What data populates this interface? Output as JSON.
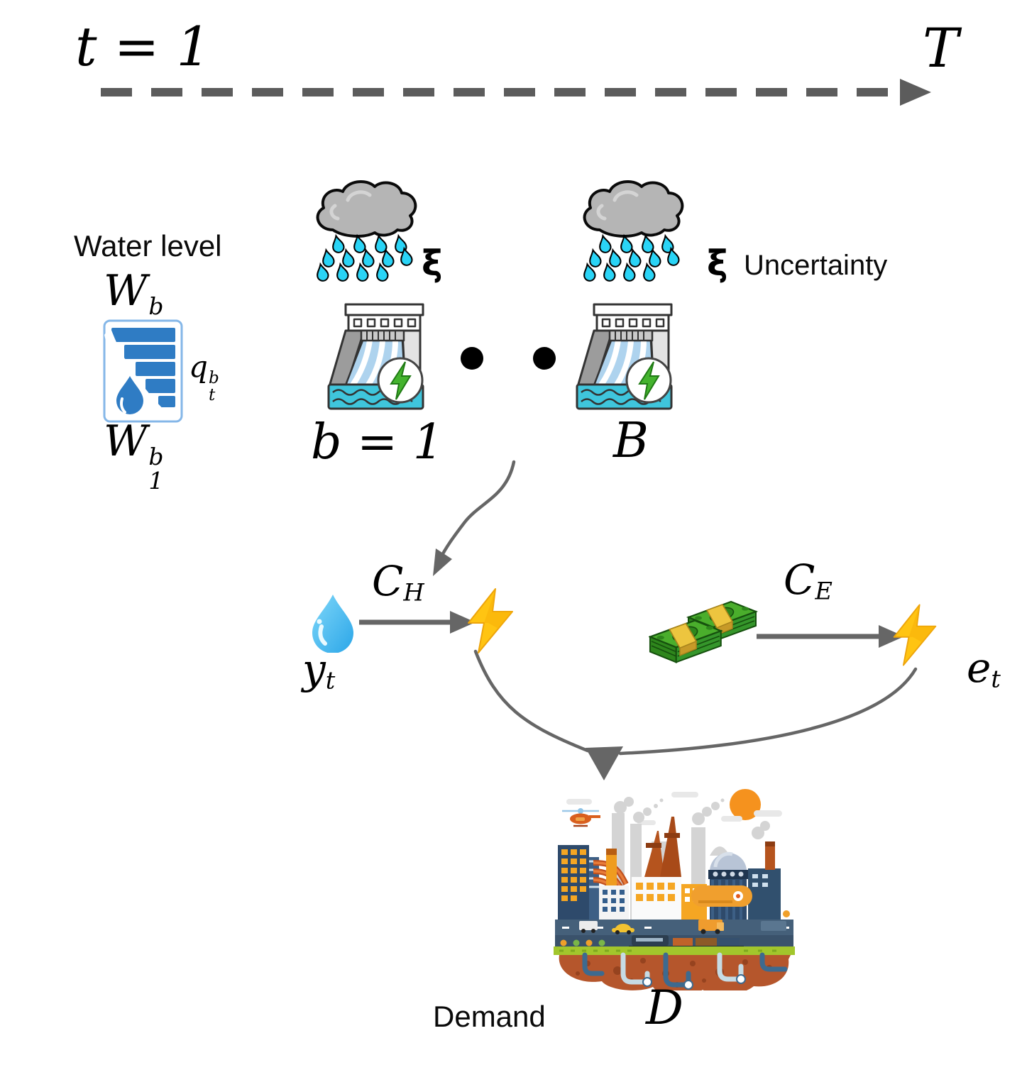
{
  "timeline": {
    "start": "t = 1",
    "end": "T"
  },
  "water_level": {
    "label": "Water level",
    "max_symbol": {
      "base": "W",
      "sup": "b",
      "sub": ""
    },
    "outflow_symbol": {
      "base": "q",
      "sup": "b",
      "sub": "t"
    },
    "initial_symbol": {
      "base": "W",
      "sup": "b",
      "sub": "1"
    }
  },
  "uncertainty": {
    "xi_first": "ξ",
    "xi_second": "ξ",
    "label": "Uncertainty"
  },
  "plants": {
    "first_label": "b = 1",
    "last_label": "B"
  },
  "hydro_generation": {
    "cost_symbol": {
      "base": "C",
      "sub": "H"
    },
    "flow_symbol": {
      "base": "y",
      "sub": "t"
    }
  },
  "market_purchase": {
    "cost_symbol": {
      "base": "C",
      "sub": "E"
    },
    "flow_symbol": {
      "base": "e",
      "sub": "t"
    }
  },
  "demand": {
    "label": "Demand",
    "symbol": "D"
  },
  "colors": {
    "arrow": "#5c5c5c",
    "gauge_blue": "#2f7cc4",
    "bolt_gold": "#ffc412",
    "dam_bolt_green": "#44b32e",
    "rain_cyan": "#2ad4f6",
    "water_teal": "#3fc5dc",
    "money_green": "#4aae2c",
    "earth_brown": "#b5562c",
    "grass_green": "#a2c62c",
    "sun_orange": "#f5921e",
    "text": "#000000"
  }
}
